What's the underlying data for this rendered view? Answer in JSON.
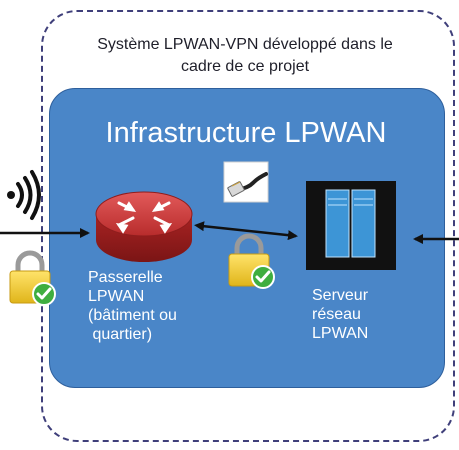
{
  "outer": {
    "title_line1": "Système LPWAN-VPN développé dans le",
    "title_line2": "cadre de ce projet"
  },
  "infrastructure": {
    "title": "Infrastructure LPWAN"
  },
  "gateway": {
    "label_lines": [
      "Passerelle",
      "LPWAN",
      "(bâtiment ou",
      " quartier)"
    ]
  },
  "server": {
    "label_lines": [
      "Serveur",
      "réseau",
      "LPWAN"
    ]
  },
  "colors": {
    "infra_fill": "#4a86c8",
    "router_red": "#c83a3a",
    "server_black": "#111111",
    "server_blue": "#4aa3df",
    "lock_yellow": "#f2cf3a",
    "check_green": "#3fae3f"
  },
  "icons": [
    "wireless-signal-icon",
    "router-icon",
    "ethernet-cable-icon",
    "server-icon",
    "padlock-check-icon"
  ]
}
